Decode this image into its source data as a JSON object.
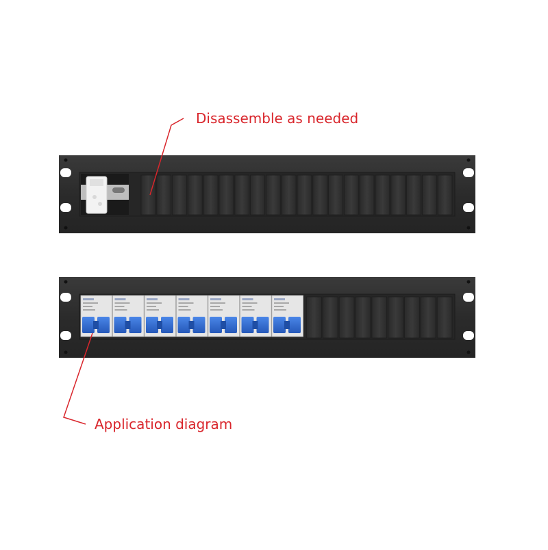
{
  "callouts": {
    "top": "Disassemble as needed",
    "bottom": "Application diagram"
  },
  "colors": {
    "callout": "#d9262c",
    "panel": "#2b2b2b",
    "slot": "#333333",
    "breaker_body": "#e6e6e6",
    "breaker_toggle": "#2f6fd6"
  },
  "panels": {
    "top_empty_slots": 20,
    "bottom_breakers": 7,
    "bottom_empty_slots": 9
  }
}
